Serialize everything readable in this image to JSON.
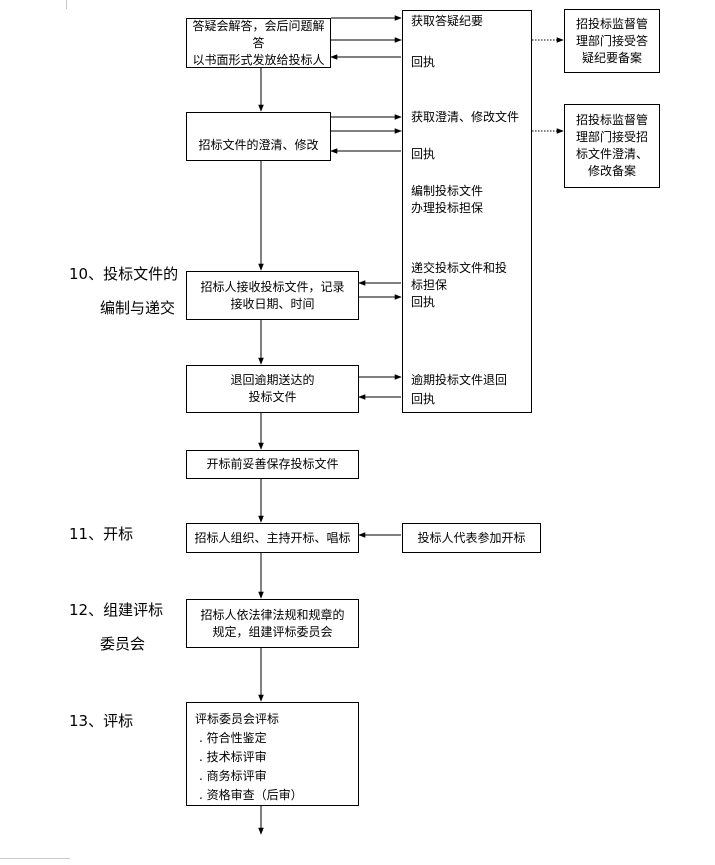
{
  "flow": {
    "answer_box": [
      "答疑会解答，会后问题解答",
      "以书面形式发放给投标人"
    ],
    "clarify_box": "招标文件的澄清、修改",
    "receive_box": [
      "招标人接收投标文件，记录",
      "接收日期、时间"
    ],
    "return_box": [
      "退回逾期送达的",
      "投标文件"
    ],
    "keep_box": "开标前妥善保存投标文件",
    "open_box": "招标人组织、主持开标、唱标",
    "committee_box": [
      "招标人依法律法规和规章的",
      "规定，组建评标委员会"
    ],
    "eval_box": {
      "title": "评标委员会评标",
      "items": [
        "符合性鉴定",
        "技术标评审",
        "商务标评审",
        "资格审查（后审）"
      ]
    }
  },
  "bidder_column": {
    "get_minutes": "获取答疑纪要",
    "receipt_1": "回执",
    "get_clarify": "获取澄清、修改文件",
    "receipt_2": "回执",
    "prepare": [
      "编制投标文件",
      "办理投标担保"
    ],
    "submit": [
      "递交投标文件和投",
      "标担保",
      "回执"
    ],
    "late_return": "逾期投标文件退回",
    "receipt_3": "回执"
  },
  "supervision": {
    "minutes_record": [
      "招投标监督管",
      "理部门接受答",
      "疑纪要备案"
    ],
    "clarify_record": [
      "招投标监督管",
      "理部门接受招",
      "标文件澄清、",
      "修改备案"
    ]
  },
  "bidder_rep": "投标人代表参加开标",
  "sections": {
    "s10": [
      "10、投标文件的",
      "编制与递交"
    ],
    "s11": "11、开标",
    "s12": [
      "12、组建评标",
      "委员会"
    ],
    "s13": "13、评标"
  }
}
